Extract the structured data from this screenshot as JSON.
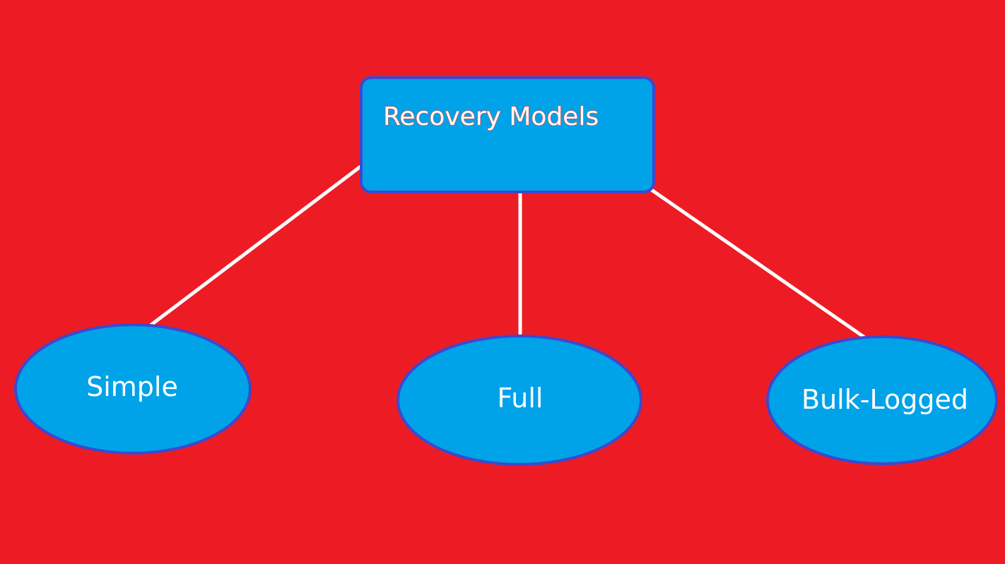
{
  "colors": {
    "background": "#ED1C24",
    "node_fill": "#00A2E8",
    "node_border": "#3F48CC",
    "connector": "#FFFFFF",
    "text": "#FFFFFF"
  },
  "root": {
    "label": "Recovery Models"
  },
  "children": [
    {
      "label": "Simple"
    },
    {
      "label": "Full"
    },
    {
      "label": "Bulk-Logged"
    }
  ]
}
